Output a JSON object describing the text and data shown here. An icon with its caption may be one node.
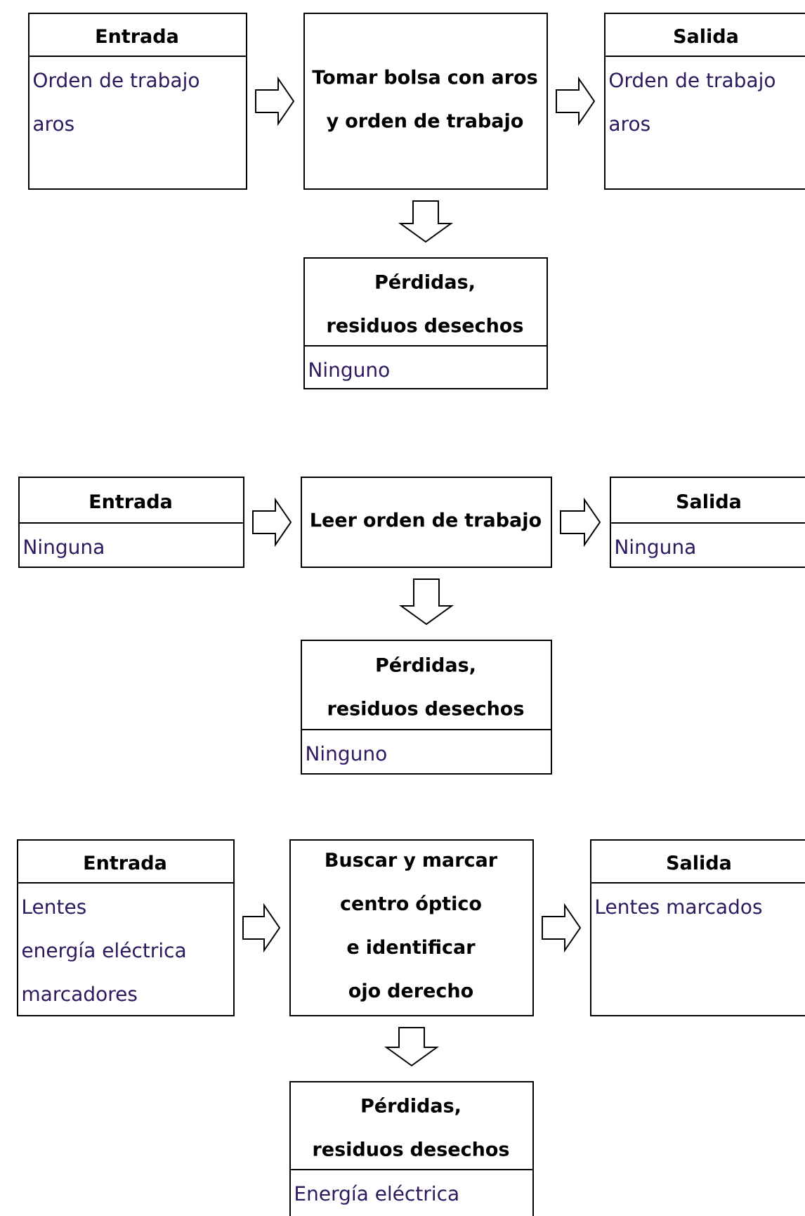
{
  "diagram": {
    "nodes": [
      {
        "text": [
          "Entrada",
          "Orden de trabajo",
          "aros"
        ]
      },
      {
        "text": [
          "Tomar bolsa con aros y orden de trabajo"
        ]
      },
      {
        "text": [
          "Salida",
          "Orden de trabajo",
          "aros"
        ]
      },
      {
        "text": [
          "Pérdidas, residuos desechos",
          "Ninguno"
        ]
      },
      {
        "text": [
          "Entrada",
          "Ninguna"
        ]
      },
      {
        "text": [
          "Leer orden de trabajo"
        ]
      },
      {
        "text": [
          "Salida",
          "Ninguna"
        ]
      },
      {
        "text": [
          "Pérdidas, residuos desechos",
          "Ninguno"
        ]
      },
      {
        "text": [
          "Entrada",
          "Lentes",
          "energía eléctrica",
          "marcadores"
        ]
      },
      {
        "text": [
          "Buscar y marcar centro óptico e identificar ojo derecho"
        ]
      },
      {
        "text": [
          "Salida",
          "Lentes marcados"
        ]
      },
      {
        "text": [
          "Pérdidas, residuos desechos",
          "Energía eléctrica"
        ]
      }
    ],
    "edges": [
      {
        "from": 0,
        "to": 1,
        "arrow": "to"
      },
      {
        "from": 1,
        "to": 2,
        "arrow": "to"
      },
      {
        "from": 1,
        "to": 3,
        "arrow": "to"
      },
      {
        "from": 4,
        "to": 5,
        "arrow": "to"
      },
      {
        "from": 5,
        "to": 6,
        "arrow": "to"
      },
      {
        "from": 5,
        "to": 7,
        "arrow": "to"
      },
      {
        "from": 8,
        "to": 9,
        "arrow": "to"
      },
      {
        "from": 9,
        "to": 10,
        "arrow": "to"
      },
      {
        "from": 9,
        "to": 11,
        "arrow": "to"
      }
    ]
  }
}
